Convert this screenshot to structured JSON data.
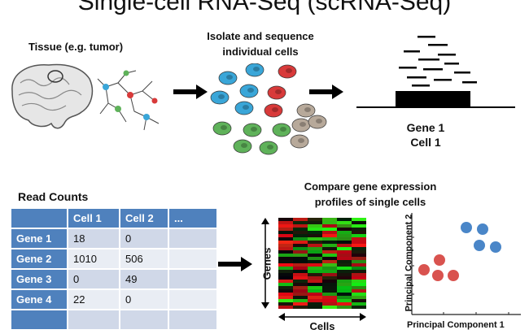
{
  "title": "Single-cell RNA-Seq (scRNA-Seq)",
  "tissue_label": "Tissue (e.g. tumor)",
  "isolate_label_line1": "Isolate and sequence",
  "isolate_label_line2": "individual cells",
  "gene_label": "Gene 1",
  "cell_label": "Cell 1",
  "read_counts_title": "Read Counts",
  "table": {
    "headers": [
      "",
      "Cell 1",
      "Cell 2",
      "..."
    ],
    "rows": [
      {
        "gene": "Gene 1",
        "c1": "18",
        "c2": "0",
        "c3": ""
      },
      {
        "gene": "Gene 2",
        "c1": "1010",
        "c2": "506",
        "c3": ""
      },
      {
        "gene": "Gene 3",
        "c1": "0",
        "c2": "49",
        "c3": ""
      },
      {
        "gene": "Gene 4",
        "c1": "22",
        "c2": "0",
        "c3": ""
      }
    ]
  },
  "compare_label_line1": "Compare gene expression",
  "compare_label_line2": "profiles of single cells",
  "heatmap_y_label": "Genes",
  "heatmap_x_label": "Cells",
  "pca_y_label": "Principal Component 2",
  "pca_x_label": "Principal Component 1",
  "colors": {
    "cell_blue": "#3aa6d8",
    "cell_red": "#d83a3a",
    "cell_green": "#5fb25a",
    "cell_taupe": "#b7a99a",
    "table_header": "#4f81bd",
    "pca_blue": "#4a86c8",
    "pca_red": "#d9534f"
  }
}
